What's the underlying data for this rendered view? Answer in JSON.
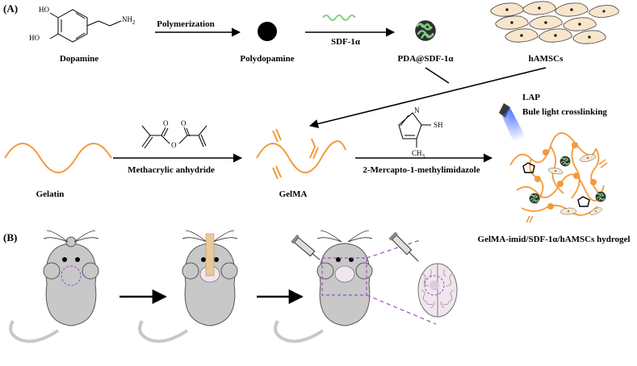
{
  "panels": {
    "a": "(A)",
    "b": "(B)"
  },
  "labels": {
    "dopamine": "Dopamine",
    "polymerization": "Polymerization",
    "polydopamine": "Polydopamine",
    "sdf": "SDF-1α",
    "pda_sdf": "PDA@SDF-1α",
    "hamscs": "hAMSCs",
    "lap": "LAP",
    "blue_light": "Bule light crosslinking",
    "gelatin": "Gelatin",
    "methacrylic": "Methacrylic anhydride",
    "gelma": "GelMA",
    "mercapto": "2-Mercapto-1-methylimidazole",
    "hydrogel": "GelMA-imid/SDF-1α/hAMSCs hydrogel"
  },
  "chem": {
    "ho1": "HO",
    "ho2": "HO",
    "nh2": "NH",
    "nh2_sub": "2",
    "n": "N",
    "sh": "SH",
    "ch3": "CH",
    "ch3_sub": "3",
    "o1": "O",
    "o2": "O",
    "o3": "O"
  },
  "colors": {
    "gel": "#f39a3b",
    "sdf": "#7fd07f",
    "pda": "#3cae3c",
    "cell_fill": "#f8e6cc",
    "mouse": "#c8c8c8",
    "brain": "#f1e6ee",
    "dash": "#9b4fc0",
    "light": "#3a62ff"
  }
}
